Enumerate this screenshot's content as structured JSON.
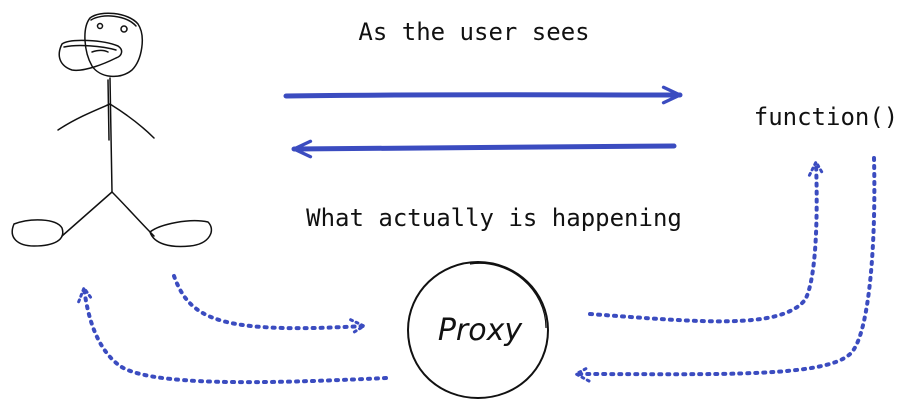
{
  "labels": {
    "user_sees": "As the user sees",
    "actual": "What actually is happening",
    "function": "function()",
    "proxy": "Proxy"
  },
  "colors": {
    "arrow_blue": "#3b4cc0",
    "ink": "#111111",
    "background": "#ffffff"
  },
  "icons": {
    "user": "stick-figure-icon"
  }
}
